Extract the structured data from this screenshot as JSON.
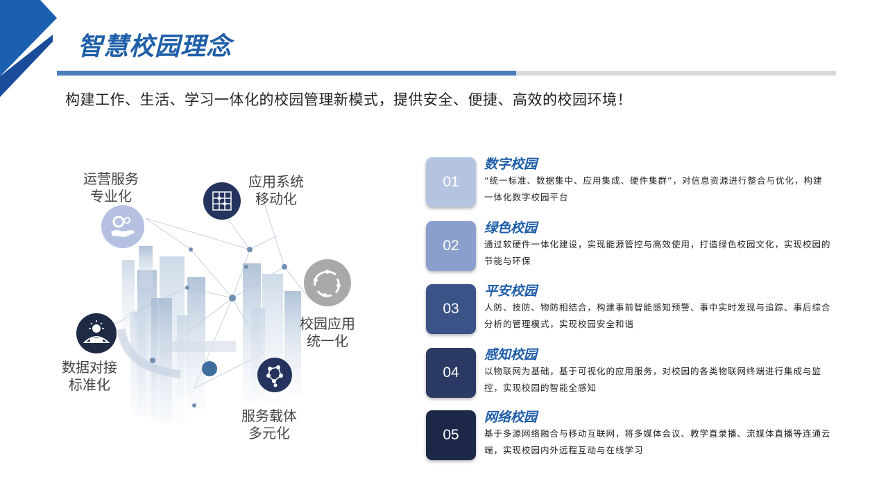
{
  "header": {
    "title": "智慧校园理念",
    "subtitle": "构建工作、生活、学习一体化的校园管理新模式，提供安全、便捷、高效的校园环境！"
  },
  "diagram": {
    "labels": [
      {
        "line1": "运营服务",
        "line2": "专业化",
        "icon": "gear-hand-icon"
      },
      {
        "line1": "应用系统",
        "line2": "移动化",
        "icon": "grid-network-icon"
      },
      {
        "line1": "校园应用",
        "line2": "统一化",
        "icon": "people-circle-icon"
      },
      {
        "line1": "数据对接",
        "line2": "标准化",
        "icon": "campus-building-icon"
      },
      {
        "line1": "服务载体",
        "line2": "多元化",
        "icon": "molecule-network-icon"
      }
    ]
  },
  "items": [
    {
      "num": "01",
      "title": "数字校园",
      "desc": "“统一标准、数据集中、应用集成、硬件集群”，对信息资源进行整合与优化，构建一体化数字校园平台",
      "color": "#b4c3e0"
    },
    {
      "num": "02",
      "title": "绿色校园",
      "desc": "通过软硬件一体化建设，实现能源管控与高效使用，打造绿色校园文化，实现校园的节能与环保",
      "color": "#8a9fcc"
    },
    {
      "num": "03",
      "title": "平安校园",
      "desc": "人防、技防、物防相结合，构建事前智能感知预警、事中实时发现与追踪、事后综合分析的管理模式，实现校园安全和谐",
      "color": "#3c5388"
    },
    {
      "num": "04",
      "title": "感知校园",
      "desc": "以物联网为基础，基于可视化的应用服务，对校园的各类物联网终端进行集成与监控，实现校园的智能全感知",
      "color": "#2a3a62"
    },
    {
      "num": "05",
      "title": "网络校园",
      "desc": "基于多源网络融合与移动互联网，将多媒体会议、教学直录播、流媒体直播等连通云端，实现校园内外远程互动与在线学习",
      "color": "#1d2848"
    }
  ]
}
